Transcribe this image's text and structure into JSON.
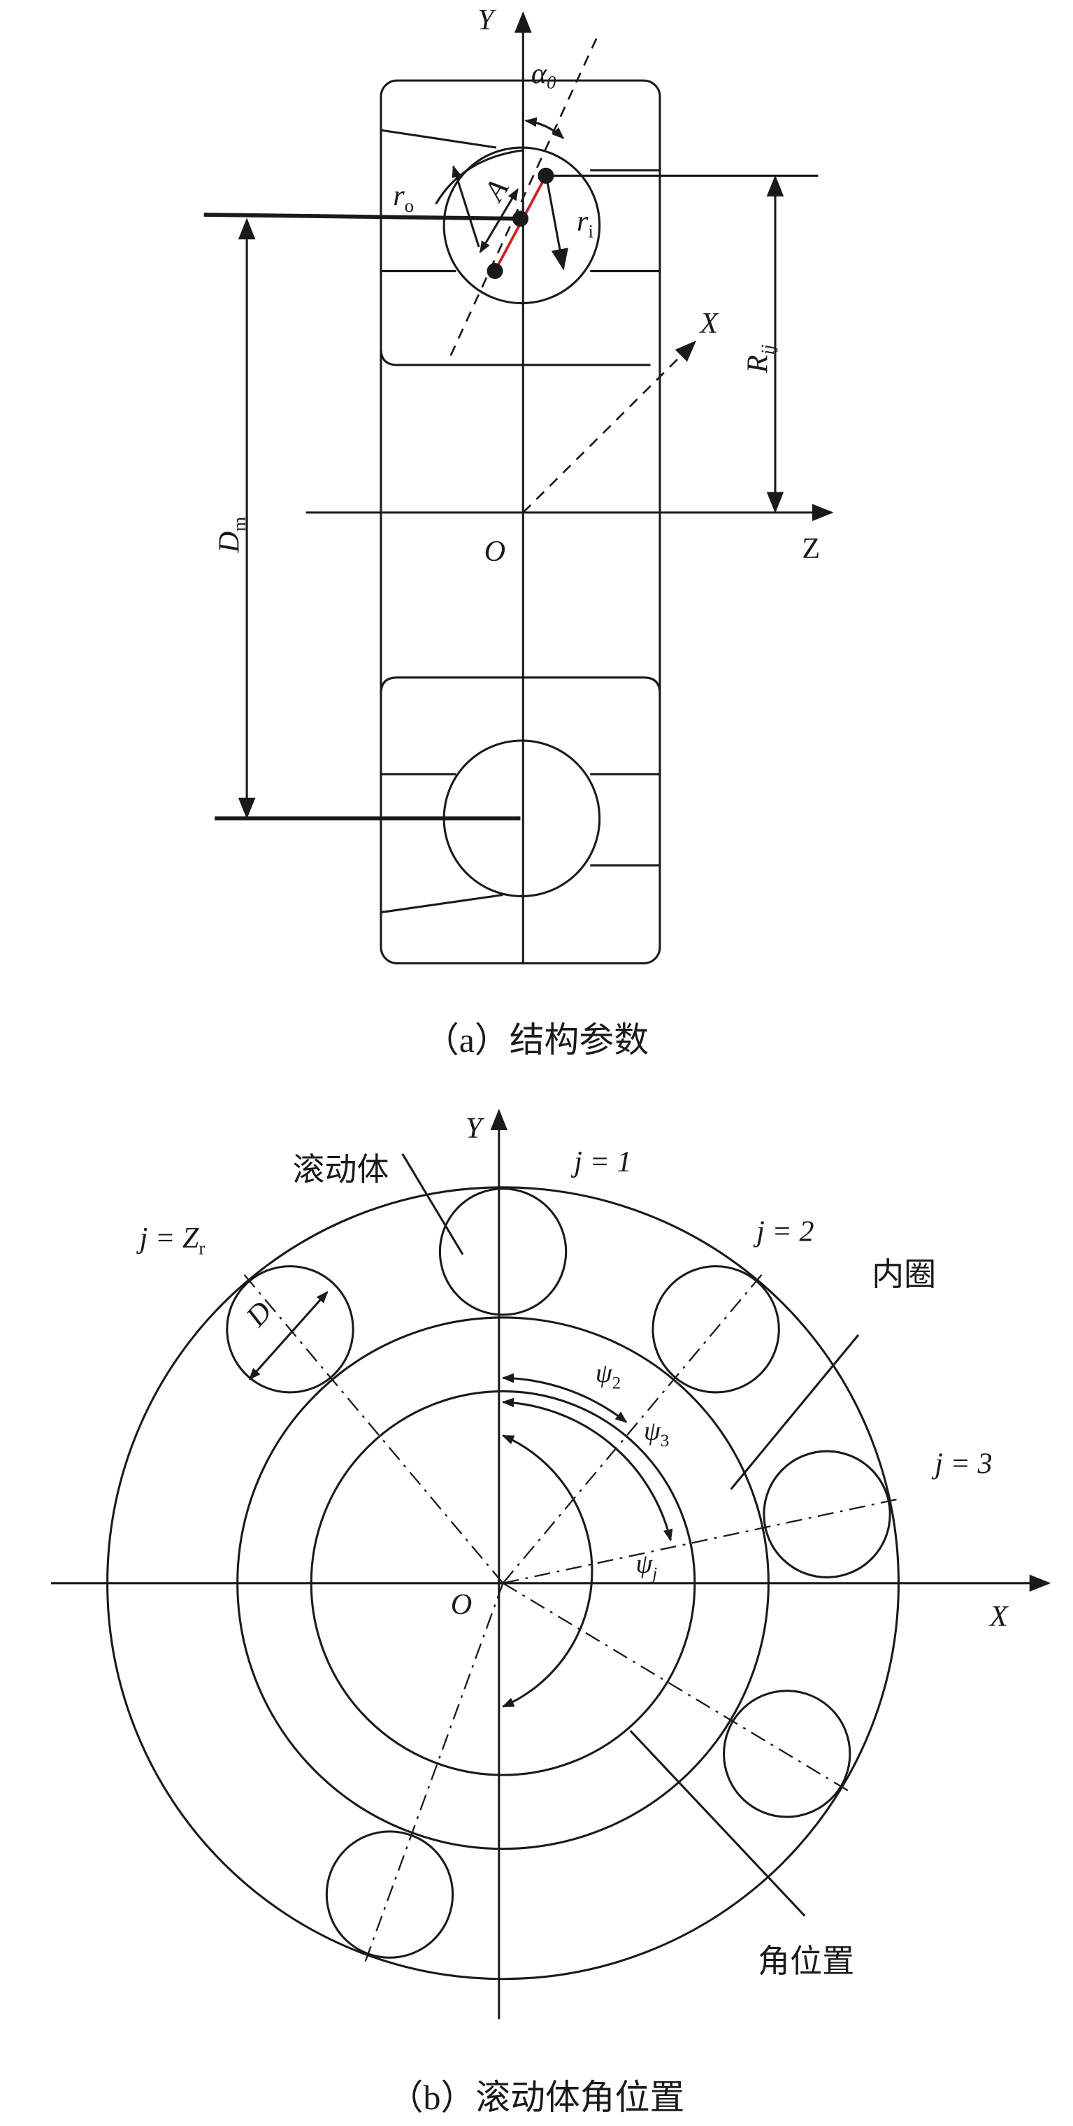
{
  "part_a": {
    "caption": "（a）结构参数",
    "axis_y": "Y",
    "axis_z": "Z",
    "axis_x": "X",
    "origin": "O",
    "contact_angle": "α",
    "contact_angle_sub": "0",
    "outer_radius": "r",
    "outer_radius_sub": "o",
    "inner_radius": "r",
    "inner_radius_sub": "i",
    "distance_label": "A",
    "pitch_diameter": "D",
    "pitch_diameter_sub": "m",
    "radius_label": "R",
    "radius_label_sub": "ij",
    "accent_color": "#d42020"
  },
  "part_b": {
    "caption": "（b）滚动体角位置",
    "axis_y": "Y",
    "axis_x": "X",
    "origin": "O",
    "rolling_element": "滚动体",
    "inner_ring": "内圈",
    "angular_position": "角位置",
    "ball_diameter": "D",
    "labels": {
      "j1": "j = 1",
      "j2": "j = 2",
      "j3": "j = 3",
      "jz": "j = Z",
      "jz_sub": "r"
    },
    "psi": "ψ",
    "psi2_sub": "2",
    "psi3_sub": "3",
    "psij_sub": "j",
    "ball_angles_deg": [
      0,
      40,
      78,
      121,
      200,
      -40
    ]
  }
}
